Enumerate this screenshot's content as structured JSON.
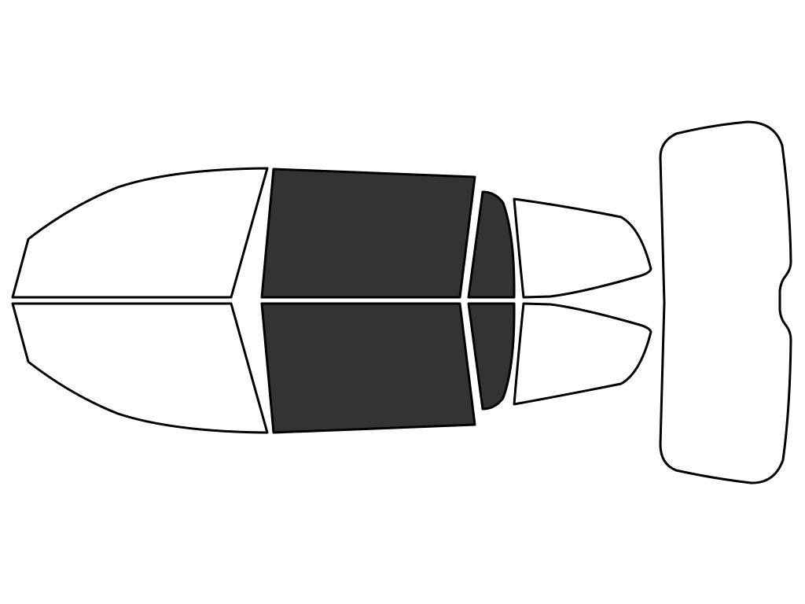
{
  "diagram": {
    "background": "#ffffff",
    "outline_color": "#000000",
    "colors": {
      "tinted": "#333333",
      "clear": "#ffffff"
    },
    "panes": [
      {
        "name": "front-windshield-left-half",
        "tinted": false
      },
      {
        "name": "front-windshield-right-half",
        "tinted": false
      },
      {
        "name": "front-door-window-left",
        "tinted": true
      },
      {
        "name": "front-door-window-right",
        "tinted": true
      },
      {
        "name": "rear-door-window-left",
        "tinted": true
      },
      {
        "name": "rear-door-window-right",
        "tinted": true
      },
      {
        "name": "rear-quarter-window-left",
        "tinted": false
      },
      {
        "name": "rear-quarter-window-right",
        "tinted": false
      },
      {
        "name": "rear-window",
        "tinted": false
      }
    ]
  }
}
